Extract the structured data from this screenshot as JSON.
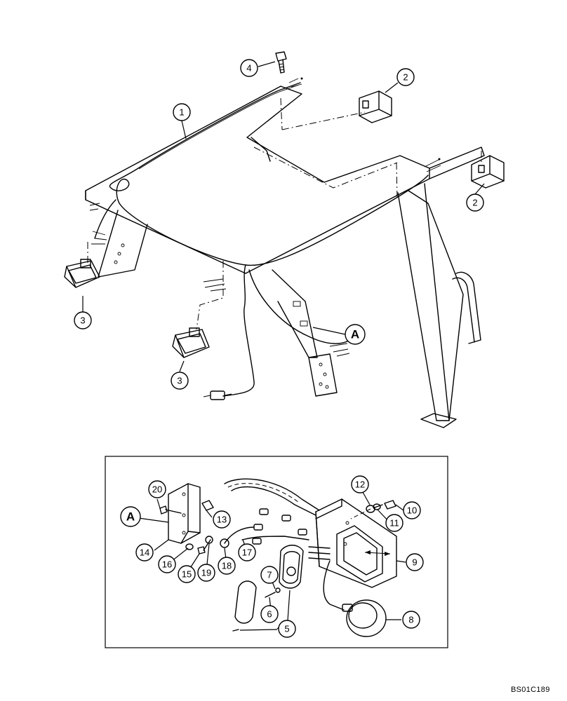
{
  "callouts": [
    {
      "id": "1",
      "label": "1"
    },
    {
      "id": "2a",
      "label": "2"
    },
    {
      "id": "2b",
      "label": "2"
    },
    {
      "id": "3a",
      "label": "3"
    },
    {
      "id": "3b",
      "label": "3"
    },
    {
      "id": "4",
      "label": "4"
    },
    {
      "id": "5",
      "label": "5"
    },
    {
      "id": "6",
      "label": "6"
    },
    {
      "id": "7",
      "label": "7"
    },
    {
      "id": "8",
      "label": "8"
    },
    {
      "id": "9",
      "label": "9"
    },
    {
      "id": "10",
      "label": "10"
    },
    {
      "id": "11",
      "label": "11"
    },
    {
      "id": "12",
      "label": "12"
    },
    {
      "id": "13",
      "label": "13"
    },
    {
      "id": "14",
      "label": "14"
    },
    {
      "id": "15",
      "label": "15"
    },
    {
      "id": "16",
      "label": "16"
    },
    {
      "id": "17",
      "label": "17"
    },
    {
      "id": "18",
      "label": "18"
    },
    {
      "id": "19",
      "label": "19"
    },
    {
      "id": "20",
      "label": "20"
    }
  ],
  "reference_marks": [
    {
      "id": "A-top",
      "label": "A"
    },
    {
      "id": "A-detail",
      "label": "A"
    }
  ],
  "drawing_code": "BS01C189"
}
